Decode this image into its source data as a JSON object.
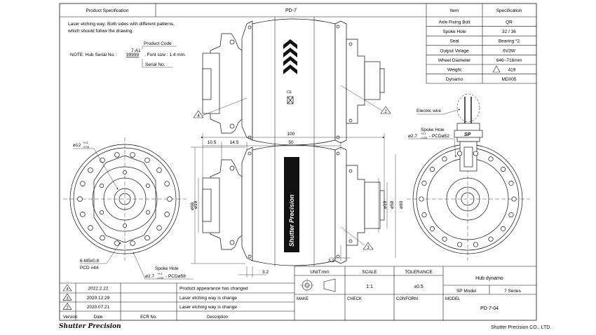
{
  "header": {
    "left_label": "Product Specification",
    "center_title": "PD-7",
    "item_label": "Item",
    "spec_label": "Specification"
  },
  "spec_table": [
    {
      "item": "Axle Fixing Bolt",
      "value": "QR"
    },
    {
      "item": "Spoke Hole",
      "value": "32 / 36"
    },
    {
      "item": "Seal",
      "value": "Bearing *2"
    },
    {
      "item": "Output Volage",
      "value": "6V3W"
    },
    {
      "item": "Wheel Diameter",
      "value": "646~716mm"
    },
    {
      "item": "Weight",
      "value": "419"
    },
    {
      "item": "Dynamo",
      "value": "MD005"
    }
  ],
  "notes": {
    "laser_line1": "Laser etching way: Both sides with different patterns,",
    "laser_line2": "which should follow the drawing.",
    "product_code_label": "Product Code",
    "product_code_value": "7-A1",
    "note_prefix": "NOTE: Hub Serial No. :",
    "serial_value": "99999",
    "note_suffix": ", Font size : 1.4 mm.",
    "serial_label": "Serial No."
  },
  "dims": {
    "d100": "100",
    "d10_5": "10.5",
    "d14_5": "14.5",
    "d50": "50",
    "d66": "ø66",
    "d19_left": "ø19",
    "d19_right": "ø19",
    "d58": "ø58",
    "d60": "ø60",
    "d3_2a": "3.2",
    "d3_2b": "3.2",
    "d12": "ø12",
    "d12_tol_top": "+0.1",
    "d12_tol_bottom": "-0.05",
    "m5_line1": "6-M5x0.8",
    "m5_line2": "PCD #44",
    "spoke_left_label": "Spoke Hole",
    "spoke_left_val": "ø2.7",
    "spoke_left_tol_top": "+0.1",
    "spoke_left_tol_bottom": "-0.05",
    "spoke_left_pcd": "- PCDø58",
    "spoke_right_label": "Spoke Hole",
    "spoke_right_val": "ø2.7",
    "spoke_right_tol_top": "+0.1",
    "spoke_right_tol_bottom": "-0.05",
    "spoke_right_pcd": "- PCDø52",
    "electric_wire": "Electric wire",
    "etch_vertical": "Shutter Precision",
    "cap_logo": "SP"
  },
  "callouts": [
    "4",
    "2",
    "3"
  ],
  "revisions": [
    {
      "num": "4",
      "date": "2022.2.22",
      "desc": "Product appearance has changed"
    },
    {
      "num": "3",
      "date": "2020.12.29",
      "desc": "Laser etching way is change"
    },
    {
      "num": "2",
      "date": "2020.07.21",
      "desc": "Laser etching way is change"
    }
  ],
  "revision_header": {
    "version": "Version",
    "date": "Date",
    "ecr": "ECR No.",
    "desc": "Description"
  },
  "title_block": {
    "unit": "UNIT:mm",
    "scale_label": "SCALE",
    "scale_value": "1:1",
    "tolerance_label": "TOLERANCE",
    "tolerance_value": "±0.5",
    "product_name": "Hub dynamo",
    "sp_model_label": "SP Model",
    "sp_model_value": "7 Series",
    "make": "MAKE",
    "check": "CHECK",
    "conform": "CONFORM",
    "model_label": "MODEL",
    "model_value": "PD-7-04"
  },
  "footer": {
    "signature": "Shutter Precision",
    "company": "Shutter Precision CO., LTD."
  }
}
